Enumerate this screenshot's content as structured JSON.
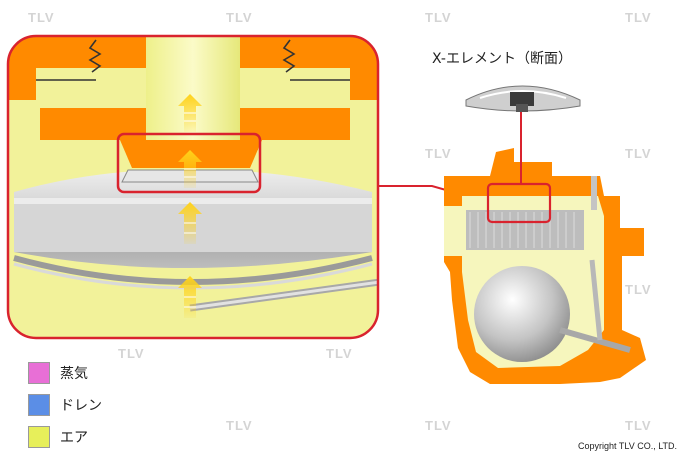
{
  "watermark": "TLV",
  "element_label": "X-エレメント（断面）",
  "legend": [
    {
      "label": "蒸気",
      "color": "#e86fd6"
    },
    {
      "label": "ドレン",
      "color": "#5b8ee6"
    },
    {
      "label": "エア",
      "color": "#e7ef5a"
    }
  ],
  "copyright": "Copyright TLV CO., LTD.",
  "colors": {
    "body": "#ff8a00",
    "air": "#f2f29a",
    "callout": "#d9232e",
    "metal": "#c8c8c8",
    "arrow": "#f4c400"
  }
}
